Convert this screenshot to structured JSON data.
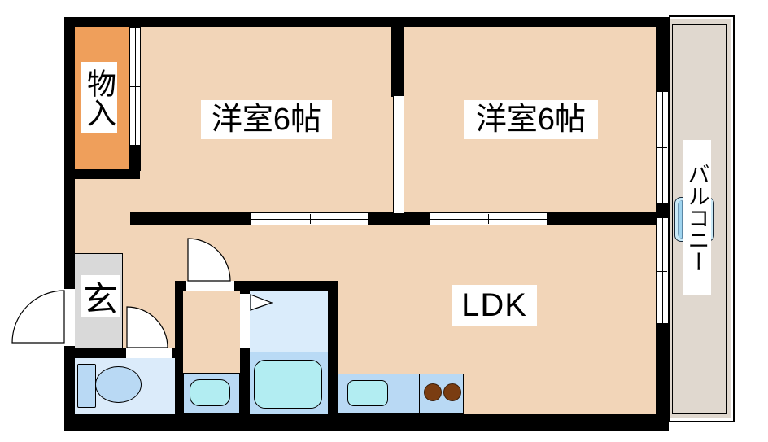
{
  "plan": {
    "labels": {
      "storage": "物入",
      "bedroom1": "洋室6帖",
      "bedroom2": "洋室6帖",
      "ldk": "LDK",
      "entrance": "玄",
      "balcony": "バルコニー"
    },
    "fixtures": [
      "toilet",
      "washbasin",
      "bathtub",
      "kitchen-sink",
      "stove-burners",
      "balcony-unit"
    ],
    "doors": [
      "entry-swing-door",
      "toilet-swing-door",
      "washroom-swing-door",
      "bathroom-folding-door",
      "closet-sliding-door",
      "room-partition-sliding-door",
      "bedroom1-ldk-sliding-door",
      "bedroom2-ldk-sliding-door"
    ],
    "windows": [
      "bedroom2-balcony-window",
      "ldk-balcony-window"
    ],
    "colors": {
      "wall": "#000000",
      "floor": "#F2D5B8",
      "storage": "#EF9F5B",
      "entrance": "#D9D9D9",
      "balcony_floor": "#E0D8CF",
      "wet_area_floor": "#DBEBFA",
      "fixture_blue": "#B9D9F4",
      "water_cyan": "#B2EDF2",
      "burner_brown": "#7A3D12"
    }
  }
}
